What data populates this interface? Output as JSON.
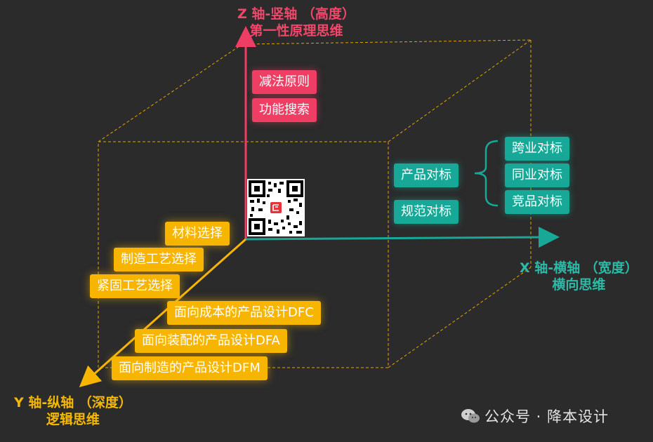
{
  "z_axis": {
    "title": "Z 轴-竖轴 （高度）",
    "subtitle": "第一性原理思维",
    "items": [
      "减法原则",
      "功能搜索"
    ]
  },
  "x_axis": {
    "title": "X 轴-横轴 （宽度）",
    "subtitle": "横向思维",
    "items": [
      "产品对标",
      "规范对标"
    ],
    "sub_items": [
      "跨业对标",
      "同业对标",
      "竞品对标"
    ]
  },
  "y_axis": {
    "title": "Y 轴-纵轴 （深度）",
    "subtitle": "逻辑思维",
    "items": [
      "材料选择",
      "制造工艺选择",
      "紧固工艺选择",
      "面向成本的产品设计DFC",
      "面向装配的产品设计DFA",
      "面向制造的产品设计DFM"
    ]
  },
  "watermark": "公众号 · 降本设计",
  "colors": {
    "z": "#ef3e64",
    "x": "#17a898",
    "y": "#f7b500",
    "box": "#e0a400",
    "background": "#2b2b2b"
  },
  "icons": [
    "qr-code-icon",
    "wechat-icon"
  ]
}
